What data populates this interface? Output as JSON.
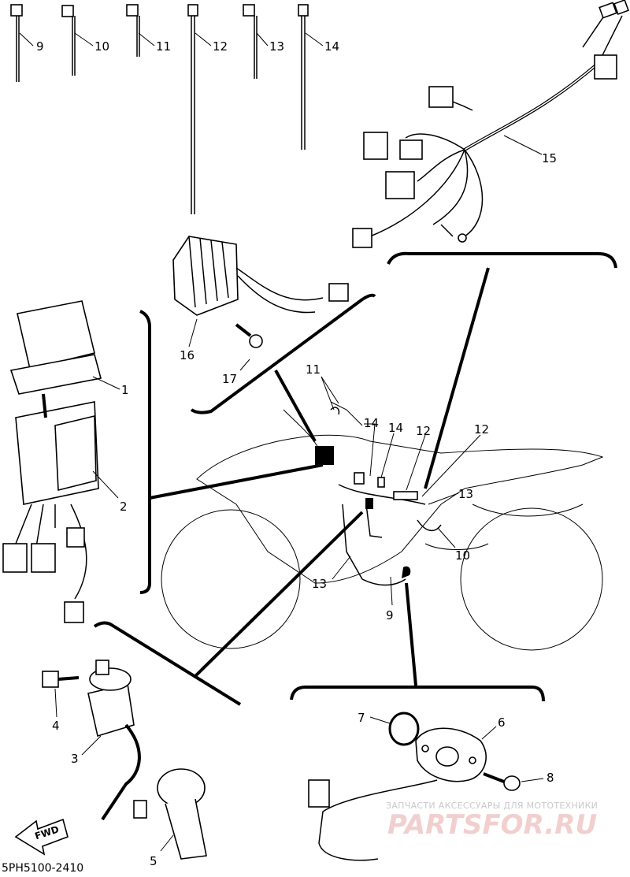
{
  "diagram": {
    "part_numbers": {
      "p1": "1",
      "p2": "2",
      "p3": "3",
      "p4": "4",
      "p5": "5",
      "p6": "6",
      "p7": "7",
      "p8": "8",
      "p9": "9",
      "p10": "10",
      "p11": "11",
      "p12": "12",
      "p13": "13",
      "p14": "14",
      "p15": "15",
      "p16": "16",
      "p17": "17"
    },
    "fwd_label": "FWD",
    "figure_code": "5PH5100-2410"
  },
  "watermark": {
    "tagline": "ЗАПЧАСТИ АКСЕССУАРЫ ДЛЯ МОТОТЕХНИКИ",
    "brand": "PARTSFOR.RU",
    "color": "#f2cfcf"
  }
}
